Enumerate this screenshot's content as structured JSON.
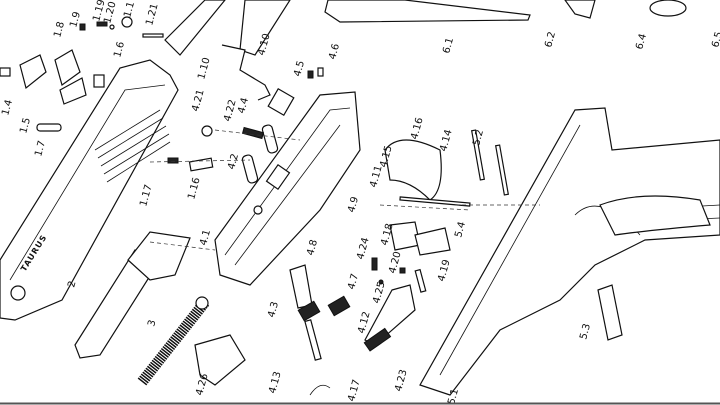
{
  "diagram": {
    "type": "exploded-parts-view",
    "brand_marking": "TAURUS",
    "labels": [
      "1.9",
      "1.19",
      "1.20",
      "1.1",
      "1.21",
      "1.8",
      "1.6",
      "1.4",
      "1.5",
      "1.7",
      "1.10",
      "4.10",
      "4.5",
      "4.6",
      "6.1",
      "6.2",
      "6.4",
      "6.5",
      "4.21",
      "4.22",
      "4.4",
      "4.2",
      "1.16",
      "1.17",
      "4.16",
      "4.14",
      "4.15",
      "4.11",
      "5.2",
      "4.1",
      "4.9",
      "4.24",
      "4.18",
      "4.20",
      "5.4",
      "4.19",
      "4.8",
      "4.7",
      "4.25",
      "2",
      "3",
      "4.3",
      "4.12",
      "4.23",
      "5.3",
      "4.26",
      "4.13",
      "4.17",
      "5.1"
    ]
  }
}
